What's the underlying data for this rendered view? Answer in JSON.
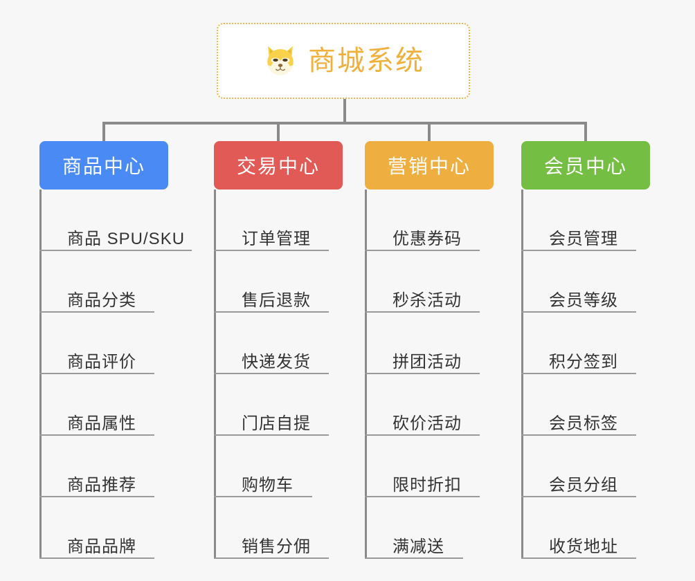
{
  "diagram": {
    "title": "商城系统",
    "background_color": "#f7f7f7",
    "root": {
      "label": "商城系统",
      "icon": "shiba-dog-icon",
      "text_color": "#f0b03c",
      "border_color": "#f0b34a",
      "background_color": "#ffffff"
    },
    "connector_color": "#8a8a8a",
    "categories": [
      {
        "label": "商品中心",
        "color": "#4a8af4",
        "items": [
          "商品 SPU/SKU",
          "商品分类",
          "商品评价",
          "商品属性",
          "商品推荐",
          "商品品牌"
        ]
      },
      {
        "label": "交易中心",
        "color": "#e15a56",
        "items": [
          "订单管理",
          "售后退款",
          "快递发货",
          "门店自提",
          "购物车",
          "销售分佣"
        ]
      },
      {
        "label": "营销中心",
        "color": "#eeaf40",
        "items": [
          "优惠券码",
          "秒杀活动",
          "拼团活动",
          "砍价活动",
          "限时折扣",
          "满减送"
        ]
      },
      {
        "label": "会员中心",
        "color": "#74bf43",
        "items": [
          "会员管理",
          "会员等级",
          "积分签到",
          "会员标签",
          "会员分组",
          "收货地址"
        ]
      }
    ]
  }
}
